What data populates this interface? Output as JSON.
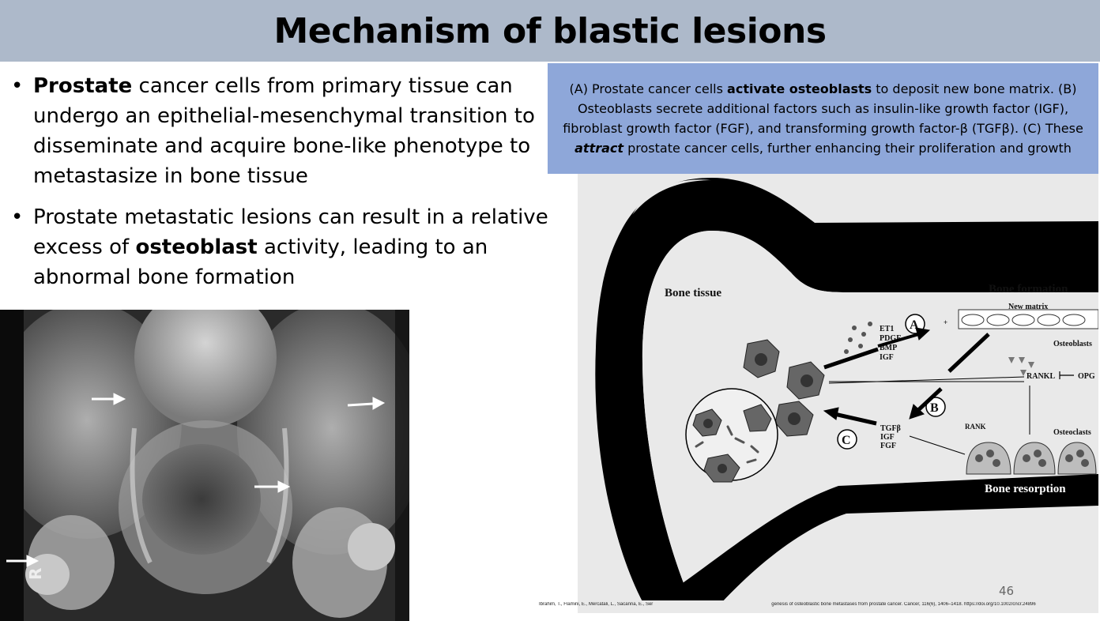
{
  "slide": {
    "title": "Mechanism of blastic lesions",
    "page_number": "46"
  },
  "bullets": [
    {
      "bold": "Prostate",
      "text": " cancer cells from primary tissue can undergo an epithelial-mesenchymal transition to disseminate and acquire bone-like phenotype to metastasize in bone tissue"
    },
    {
      "pre": "Prostate metastatic lesions can result in a relative excess of ",
      "bold": "osteoblast",
      "post": " activity, leading to an abnormal bone formation"
    }
  ],
  "caption": {
    "p1": "(A) Prostate cancer cells ",
    "b1": "activate osteoblasts",
    "p2": " to deposit new bone matrix. (B) Osteoblasts secrete additional factors such as insulin-like growth factor (IGF), fibroblast growth factor (FGF), and transforming growth factor-β (TGFβ). (C) These ",
    "b2": "attract",
    "p3": " prostate cancer cells, further enhancing their proliferation and growth"
  },
  "xray": {
    "side_marker": "R"
  },
  "diagram": {
    "bone_tissue": "Bone tissue",
    "bone_formation": "Bone formation",
    "new_matrix": "New matrix",
    "osteoblasts": "Osteoblasts",
    "osteoclasts": "Osteoclasts",
    "bone_resorption": "Bone resorption",
    "rankl": "RANKL",
    "opg": "OPG",
    "rank": "RANK",
    "label_a": "A",
    "label_b": "B",
    "label_c": "C",
    "factors_a": [
      "ET1",
      "PDGF",
      "BMP",
      "IGF"
    ],
    "factors_c": [
      "TGFβ",
      "IGF",
      "FGF"
    ],
    "plus": "+"
  },
  "reference": {
    "part1": "Ibrahim, T., Flamini, E., Mercatali, L., Sacanna, E., Ser",
    "part2": "genesis of osteoblastic bone metastases from prostate cancer. Cancer, 116(6), 1406–1418. https://doi.org/10.1002/cncr.24896"
  },
  "colors": {
    "header_bg": "#adb9ca",
    "caption_bg": "#8ea7d9"
  }
}
